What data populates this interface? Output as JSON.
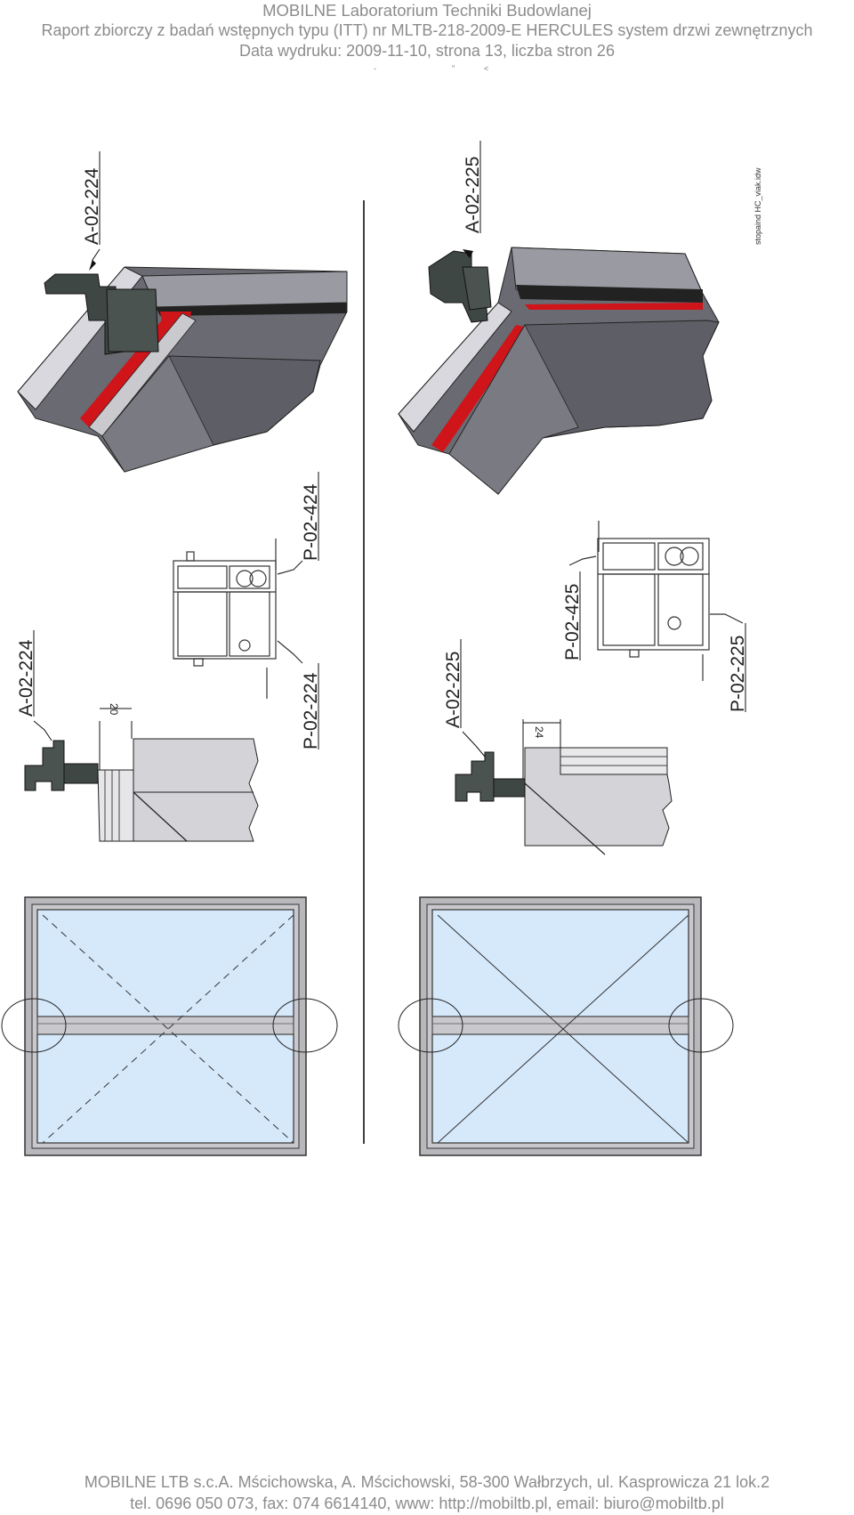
{
  "header": {
    "line1": "MOBILNE  Laboratorium Techniki Budowlanej",
    "line2": "Raport zbiorczy z badań wstępnych typu (ITT) nr MLTB-218-2009-E HERCULES system drzwi zewnętrznych",
    "line3": "Data wydruku: 2009-11-10, strona 13, liczba stron 26"
  },
  "marks": [
    "-",
    "\"",
    "<"
  ],
  "drawing": {
    "labels": {
      "top_left_A": "A-02-224",
      "top_right_A": "A-02-225",
      "mid_left_A": "A-02-224",
      "mid_left_P_lower": "P-02-224",
      "mid_left_P_upper": "P-02-424",
      "mid_right_A": "A-02-225",
      "mid_right_P_upper": "P-02-425",
      "mid_right_P_lower": "P-02-225",
      "dim_left": "20",
      "dim_right": "24",
      "file_note": "stopaind HC_viak.idw"
    }
  },
  "footer": {
    "line1": "MOBILNE LTB s.c.A. Mścichowska, A. Mścichowski, 58-300 Wałbrzych, ul. Kasprowicza 21 lok.2",
    "line2": "tel. 0696 050 073, fax: 074 6614140, www: http://mobiltb.pl, email: biuro@mobiltb.pl"
  },
  "colors": {
    "header_text": "#8c8c8c",
    "profile_dark": "#5e5e66",
    "profile_light": "#c9c9ce",
    "gasket_red": "#d0151a",
    "glass": "#d6e9fb"
  }
}
